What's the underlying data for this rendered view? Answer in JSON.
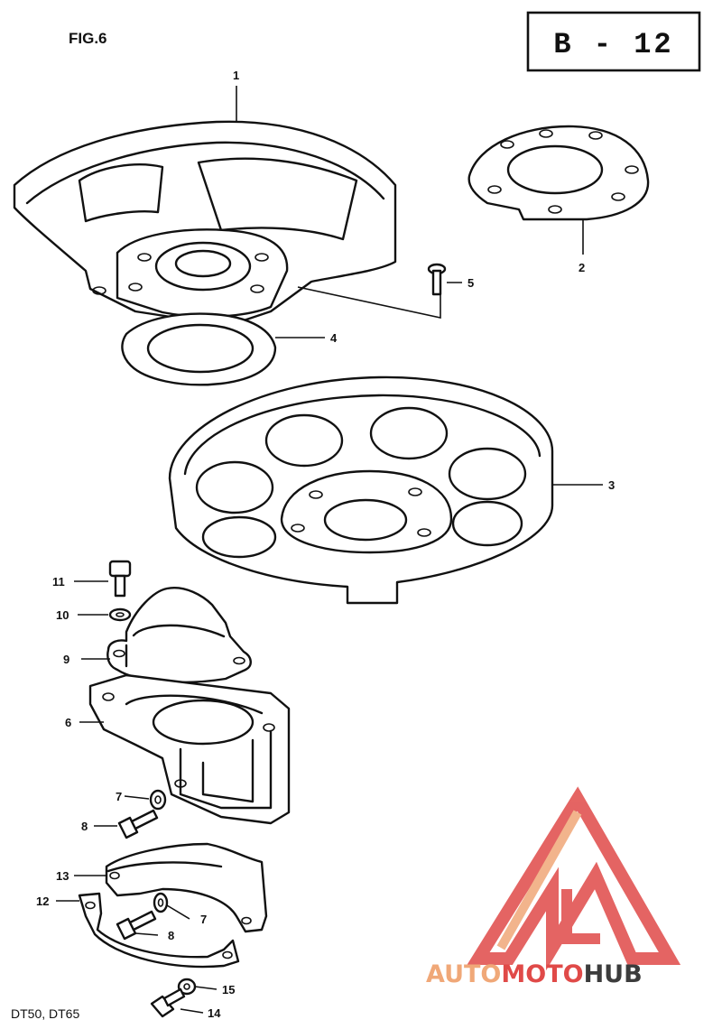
{
  "figure_label": "FIG.6",
  "section_code": "B - 12",
  "model_label": "DT50, DT65",
  "callouts": {
    "c1": "1",
    "c2": "2",
    "c3": "3",
    "c4": "4",
    "c5": "5",
    "c6": "6",
    "c7a": "7",
    "c7b": "7",
    "c8a": "8",
    "c8b": "8",
    "c9": "9",
    "c10": "10",
    "c11": "11",
    "c12": "12",
    "c13": "13",
    "c14": "14",
    "c15": "15"
  },
  "watermark": {
    "part1": "AUTO",
    "part2": "MOTO",
    "part3": "HUB",
    "colors": {
      "light": "#f0a878",
      "red": "#e04a48",
      "dark": "#3c3c3c"
    }
  }
}
